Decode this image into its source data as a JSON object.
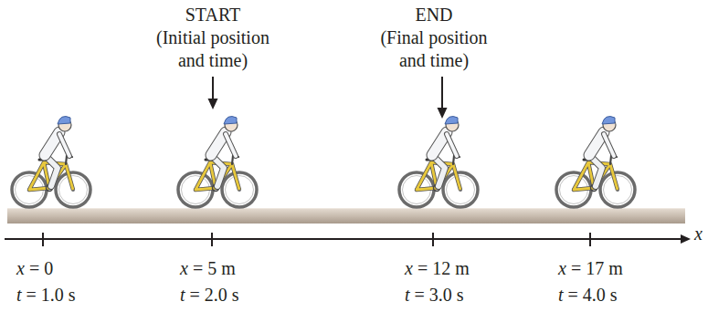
{
  "diagram": {
    "labels": [
      "START",
      "(Initial position and time)",
      "END",
      "(Final position and time)",
      "x = 0",
      "t = 1.0 s",
      "x = 5 m",
      "t = 2.0 s",
      "x = 12 m",
      "t = 3.0 s",
      "x = 17 m",
      "t = 4.0 s",
      "x"
    ]
  }
}
